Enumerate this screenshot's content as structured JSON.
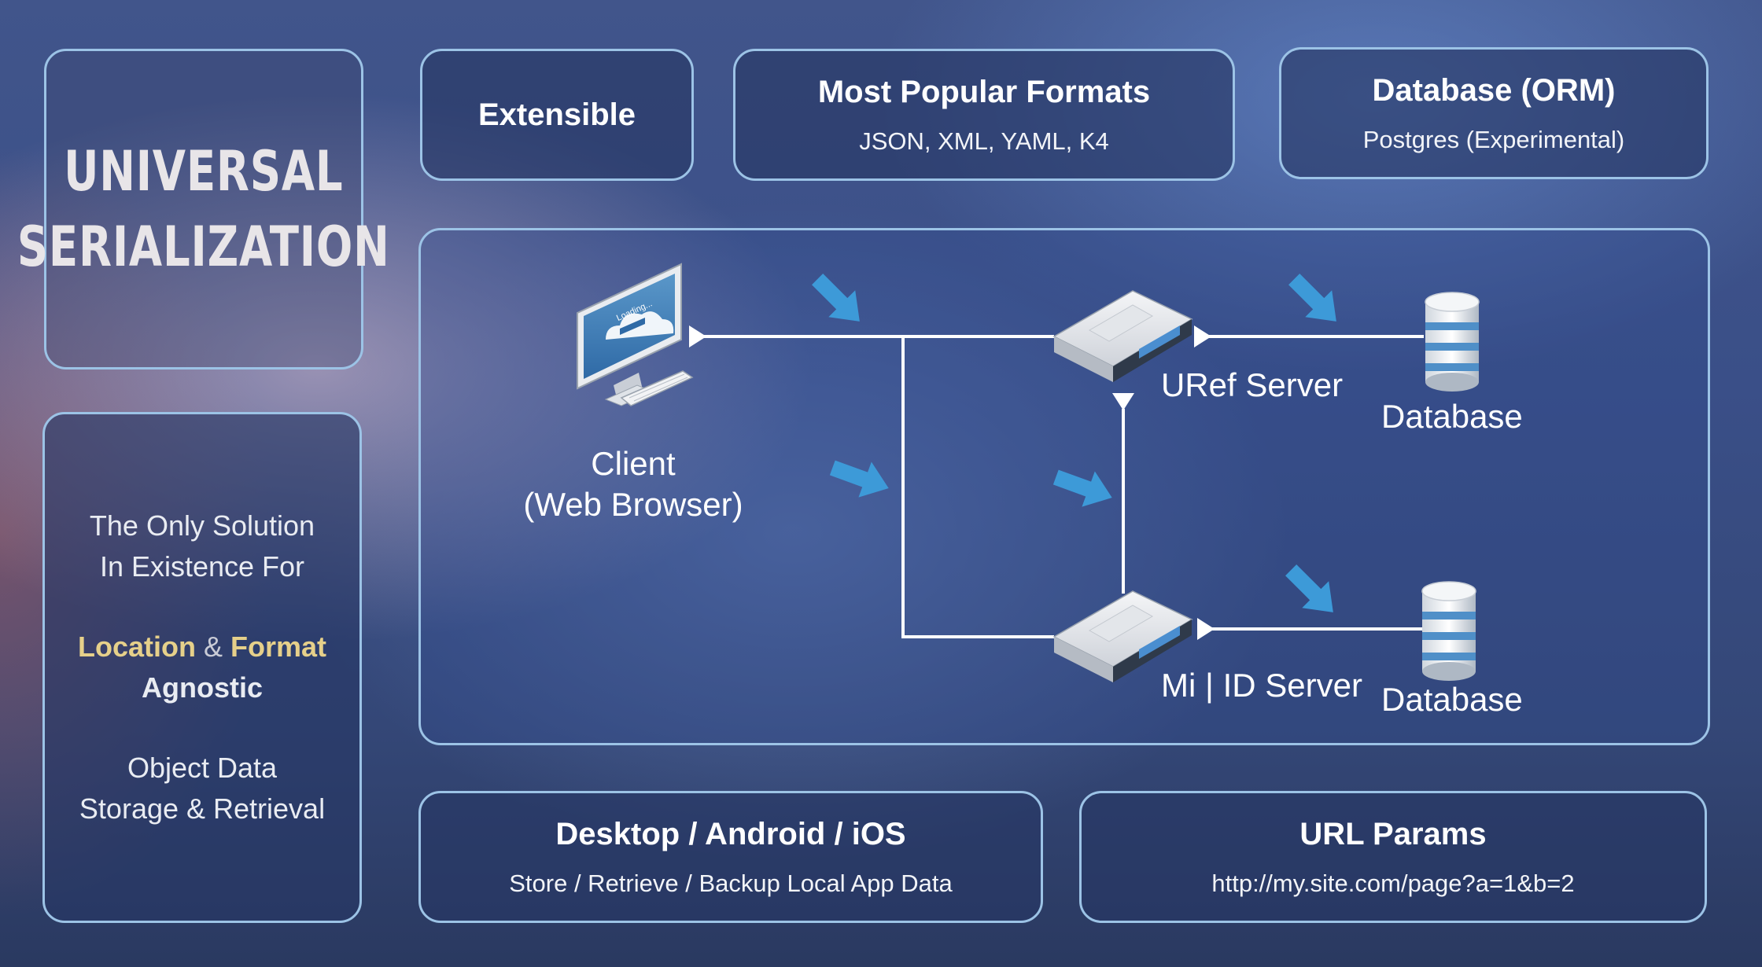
{
  "title": {
    "line1": "UNIVERSAL",
    "line2": "SERIALIZATION"
  },
  "side": {
    "line1": "The Only Solution",
    "line2": "In Existence For",
    "location": "Location",
    "amp": "&",
    "format": "Format",
    "agnostic": "Agnostic",
    "line5": "Object Data",
    "line6": "Storage & Retrieval"
  },
  "features": {
    "extensible": "Extensible",
    "formats_title": "Most Popular Formats",
    "formats_sub": "JSON, XML, YAML, K4",
    "db_title": "Database (ORM)",
    "db_sub": "Postgres (Experimental)",
    "desktop_title": "Desktop / Android / iOS",
    "desktop_sub": "Store / Retrieve / Backup Local App Data",
    "url_title": "URL Params",
    "url_sub": "http://my.site.com/page?a=1&b=2"
  },
  "diagram": {
    "client_line1": "Client",
    "client_line2": "(Web Browser)",
    "screen_text": "Loading...",
    "uref_server": "URef Server",
    "mi_server": "Mi | ID Server",
    "database1": "Database",
    "database2": "Database"
  },
  "colors": {
    "border": "#9cc3e6",
    "accent_gold": "#e6d08a",
    "arrow_blue": "#3d9ad8"
  }
}
